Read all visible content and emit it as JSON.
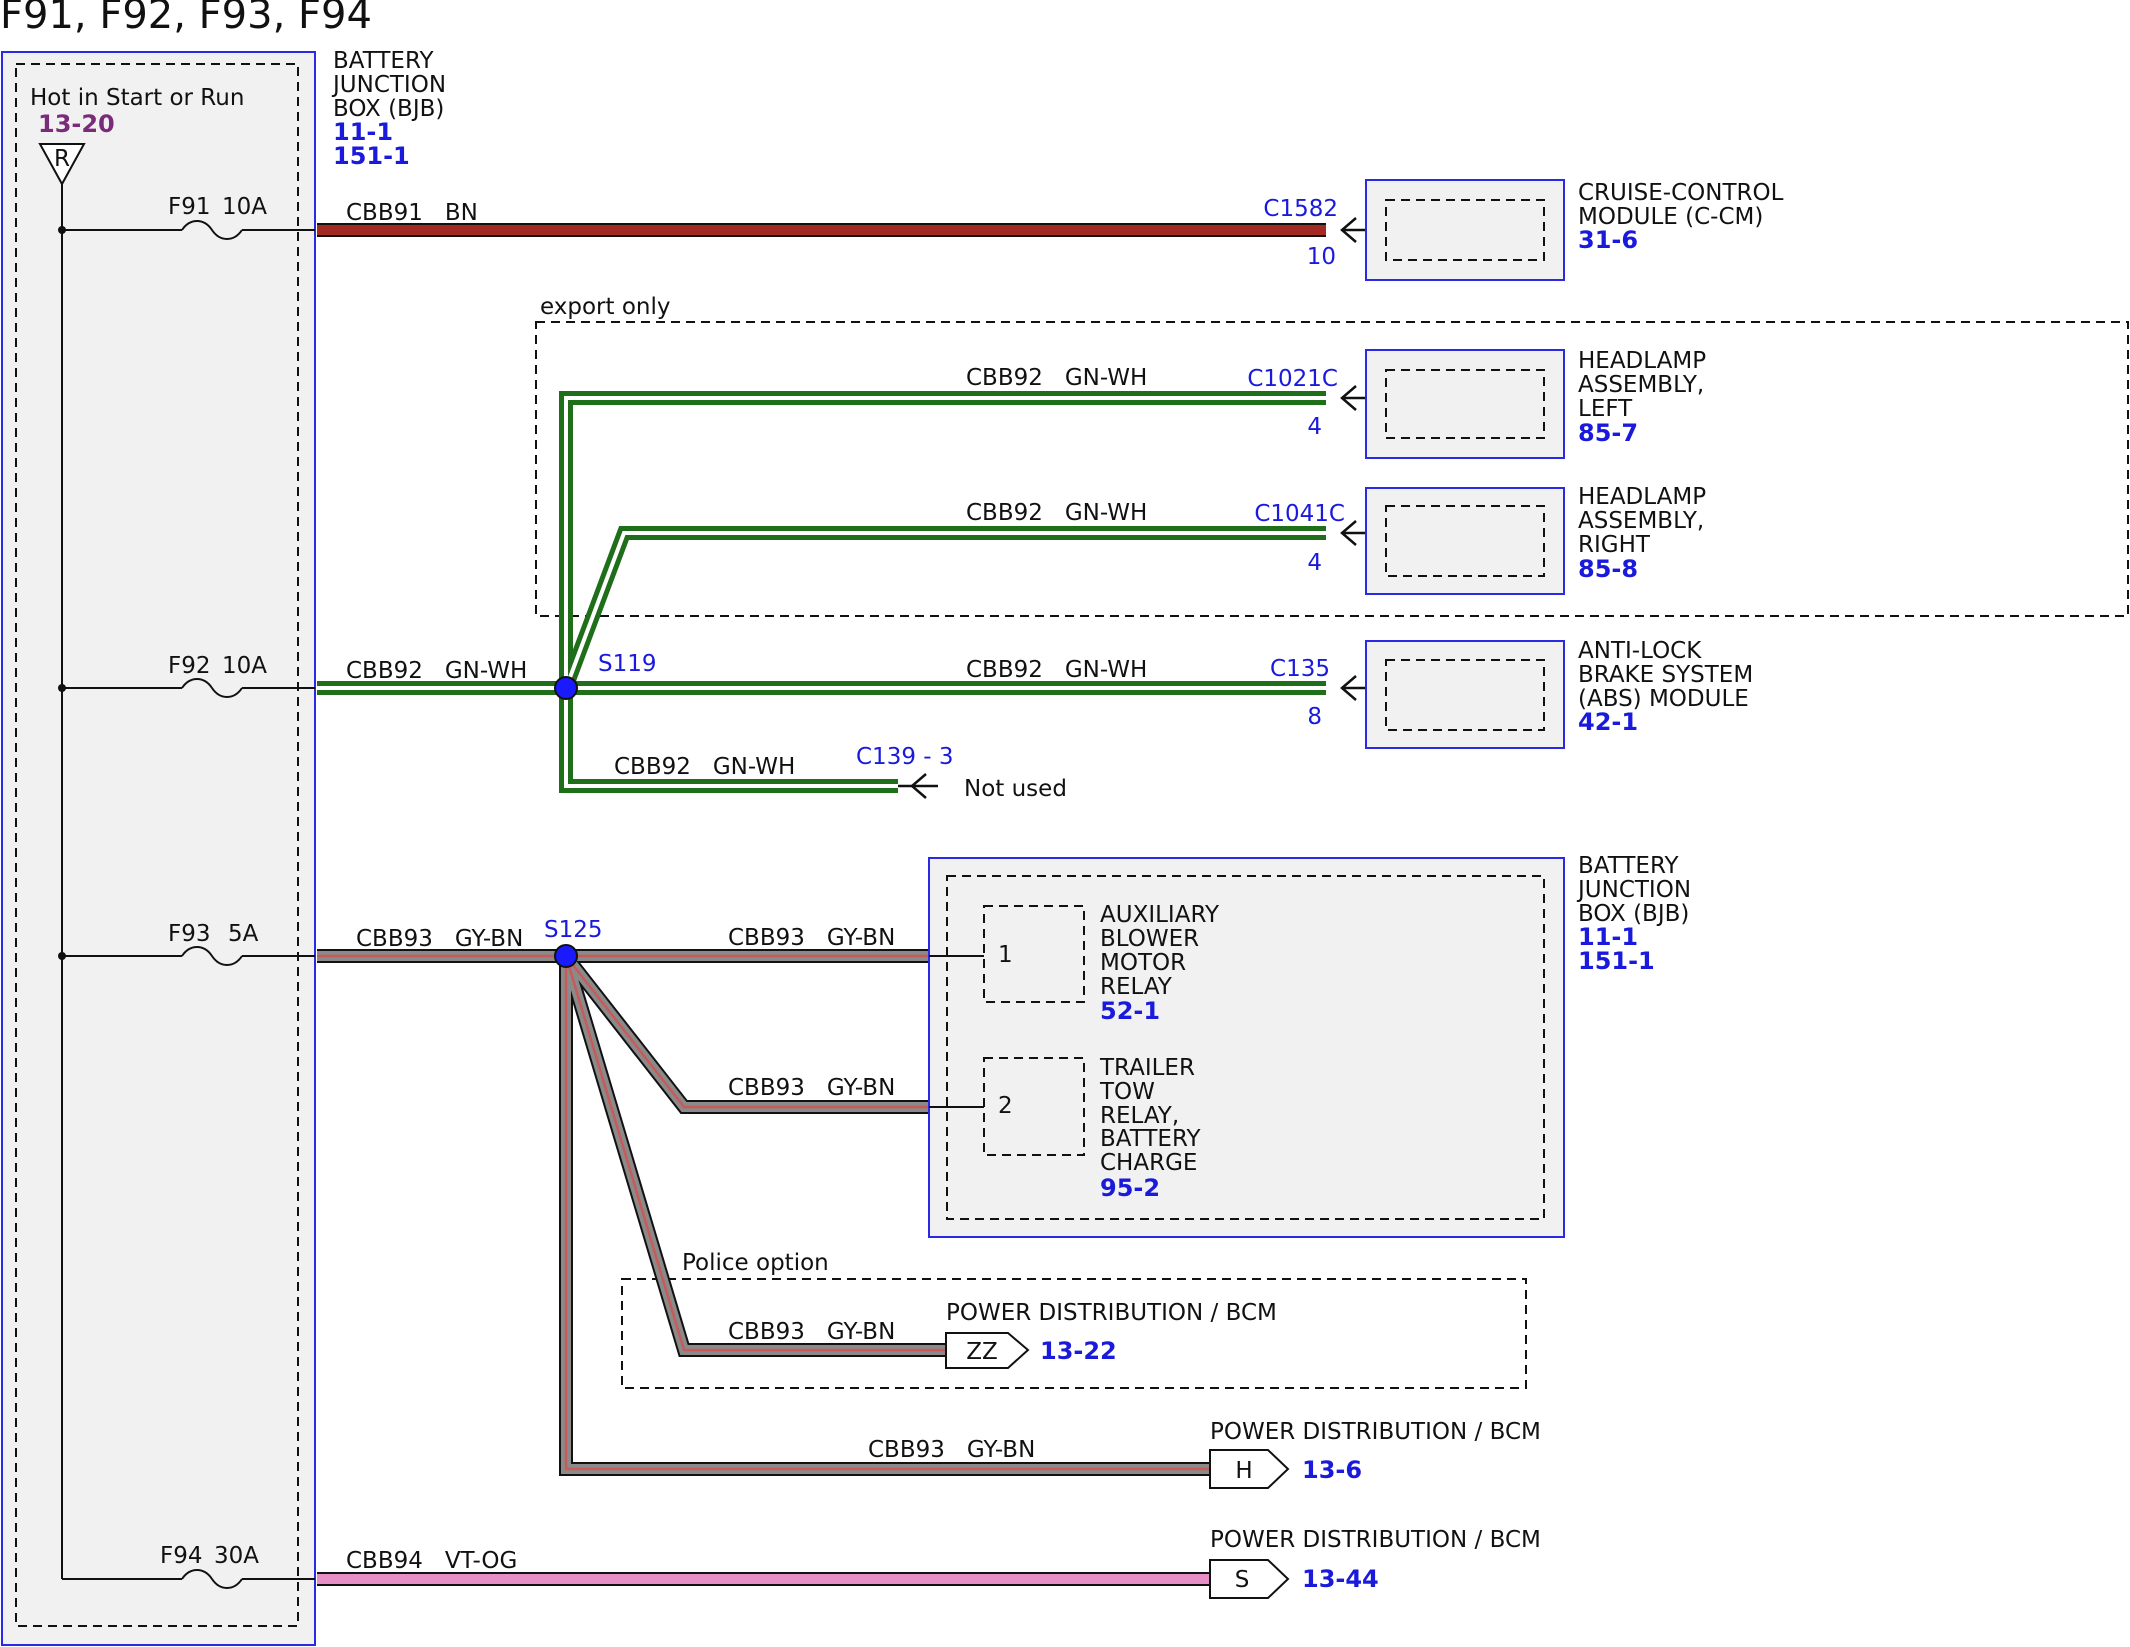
{
  "title": "F91, F92, F93, F94",
  "power_source": {
    "label": "Hot in Start or Run",
    "ref": "13-20",
    "symbol": "R"
  },
  "source_box": {
    "lines": [
      "BATTERY",
      "JUNCTION",
      "BOX (BJB)"
    ],
    "refs": [
      "11-1",
      "151-1"
    ]
  },
  "fuses": [
    {
      "name": "F91",
      "rating": "10A"
    },
    {
      "name": "F92",
      "rating": "10A"
    },
    {
      "name": "F93",
      "rating": "5A"
    },
    {
      "name": "F94",
      "rating": "30A"
    }
  ],
  "circuits": {
    "cbb91": "CBB91   BN",
    "cbb92": "CBB92   GN-WH",
    "cbb93": "CBB93   GY-BN",
    "cbb94": "CBB94   VT-OG"
  },
  "splices": {
    "s119": "S119",
    "s125": "S125"
  },
  "groups": {
    "export": "export only",
    "police": "Police option"
  },
  "components": [
    {
      "connector": "C1582",
      "pin": "10",
      "lines": [
        "CRUISE-CONTROL",
        "MODULE (C-CM)"
      ],
      "ref": "31-6"
    },
    {
      "connector": "C1021C",
      "pin": "4",
      "lines": [
        "HEADLAMP",
        "ASSEMBLY,",
        "LEFT"
      ],
      "ref": "85-7"
    },
    {
      "connector": "C1041C",
      "pin": "4",
      "lines": [
        "HEADLAMP",
        "ASSEMBLY,",
        "RIGHT"
      ],
      "ref": "85-8"
    },
    {
      "connector": "C135",
      "pin": "8",
      "lines": [
        "ANTI-LOCK",
        "BRAKE SYSTEM",
        "(ABS) MODULE"
      ],
      "ref": "42-1"
    }
  ],
  "not_used": {
    "connector": "C139 - 3",
    "label": "Not used"
  },
  "bjb_destination": {
    "lines": [
      "BATTERY",
      "JUNCTION",
      "BOX (BJB)"
    ],
    "refs": [
      "11-1",
      "151-1"
    ],
    "relays": [
      {
        "pin": "1",
        "lines": [
          "AUXILIARY",
          "BLOWER",
          "MOTOR",
          "RELAY"
        ],
        "ref": "52-1"
      },
      {
        "pin": "2",
        "lines": [
          "TRAILER",
          "TOW",
          "RELAY,",
          "BATTERY",
          "CHARGE"
        ],
        "ref": "95-2"
      }
    ]
  },
  "distribution": [
    {
      "label": "POWER DISTRIBUTION / BCM",
      "code": "ZZ",
      "ref": "13-22"
    },
    {
      "label": "POWER DISTRIBUTION / BCM",
      "code": "H",
      "ref": "13-6"
    },
    {
      "label": "POWER DISTRIBUTION / BCM",
      "code": "S",
      "ref": "13-44"
    }
  ],
  "colors": {
    "box_border": "#2a2ae6",
    "box_fill": "#f1f1f1",
    "ref_text": "#1a1adc",
    "hot_ref": "#7a2b7a",
    "splice": "#1a1aff",
    "wire_bn": "#a32a22",
    "wire_gn": "#1f6e1a",
    "wire_gy": "#8a8a8a",
    "wire_gy_stripe": "#c85a5a",
    "wire_vt": "#e68fc7"
  }
}
